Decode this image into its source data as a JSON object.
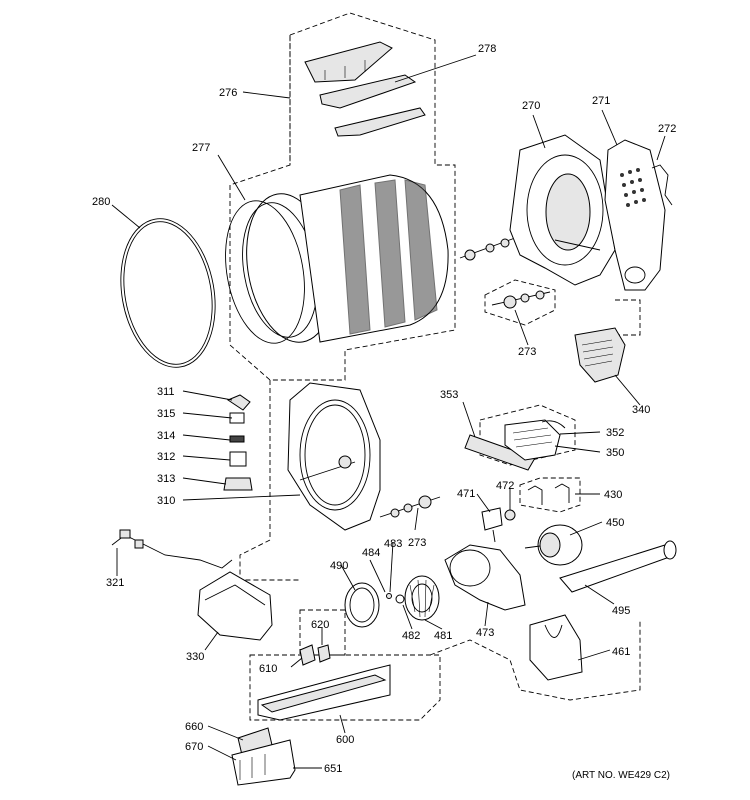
{
  "labels": {
    "p276": "276",
    "p278": "278",
    "p277": "277",
    "p280": "280",
    "p270": "270",
    "p271": "271",
    "p272": "272",
    "p273a": "273",
    "p340": "340",
    "p311": "311",
    "p315": "315",
    "p314": "314",
    "p312": "312",
    "p313": "313",
    "p310": "310",
    "p353": "353",
    "p352": "352",
    "p350": "350",
    "p471": "471",
    "p472": "472",
    "p430": "430",
    "p273b": "273",
    "p450": "450",
    "p321": "321",
    "p484": "484",
    "p483": "483",
    "p490": "490",
    "p482": "482",
    "p481": "481",
    "p473": "473",
    "p495": "495",
    "p330": "330",
    "p620": "620",
    "p610": "610",
    "p461": "461",
    "p600": "600",
    "p660": "660",
    "p670": "670",
    "p651": "651"
  },
  "art_number": "(ART NO. WE429 C2)"
}
